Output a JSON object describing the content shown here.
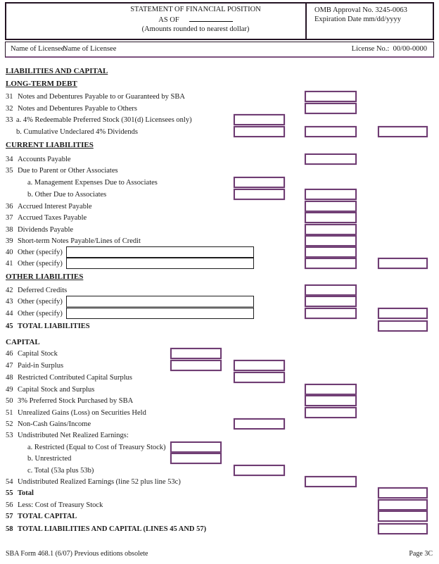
{
  "header": {
    "title": "STATEMENT OF FINANCIAL POSITION",
    "as_of_label": "AS OF",
    "subtitle": "(Amounts rounded to nearest dollar)",
    "omb_approval": "OMB Approval No. 3245-0063",
    "expiration": "Expiration Date  mm/dd/yyyy"
  },
  "licensee": {
    "name_label": "Name of Licensee:",
    "name_value": "Name of Licensee",
    "license_no_label": "License No.:",
    "license_no_value": "00/00-0000"
  },
  "sections": {
    "liabilities_and_capital": "LIABILITIES AND CAPITAL",
    "long_term_debt": "LONG-TERM DEBT",
    "current_liabilities": "CURRENT LIABILITIES",
    "other_liabilities": "OTHER LIABILITIES",
    "capital": "CAPITAL"
  },
  "rows": [
    {
      "num": "31",
      "label": "Notes and Debentures Payable to or Guaranteed by SBA"
    },
    {
      "num": "32",
      "label": "Notes and Debentures Payable to Others"
    },
    {
      "num": "33",
      "label": "a. 4% Redeemable Preferred Stock (301(d) Licensees only)"
    },
    {
      "num": "",
      "label": "b. Cumulative Undeclared 4% Dividends"
    },
    {
      "num": "34",
      "label": "Accounts Payable"
    },
    {
      "num": "35",
      "label": "Due to Parent or Other Associates"
    },
    {
      "num": "",
      "label": "a.  Management Expenses Due to Associates"
    },
    {
      "num": "",
      "label": "b. Other Due to Associates"
    },
    {
      "num": "36",
      "label": "Accrued Interest Payable"
    },
    {
      "num": "37",
      "label": "Accrued Taxes Payable"
    },
    {
      "num": "38",
      "label": "Dividends Payable"
    },
    {
      "num": "39",
      "label": "Short-term Notes Payable/Lines of Credit"
    },
    {
      "num": "40",
      "label": "Other (specify)"
    },
    {
      "num": "41",
      "label": "Other (specify)"
    },
    {
      "num": "42",
      "label": "Deferred Credits"
    },
    {
      "num": "43",
      "label": "Other (specify)"
    },
    {
      "num": "44",
      "label": "Other (specify)"
    },
    {
      "num": "45",
      "label": "TOTAL LIABILITIES"
    },
    {
      "num": "46",
      "label": "Capital Stock"
    },
    {
      "num": "47",
      "label": "Paid-in Surplus"
    },
    {
      "num": "48",
      "label": "Restricted Contributed Capital Surplus"
    },
    {
      "num": "49",
      "label": "Capital Stock and Surplus"
    },
    {
      "num": "50",
      "label": "3% Preferred Stock Purchased by SBA"
    },
    {
      "num": "51",
      "label": "Unrealized Gains (Loss) on Securities Held"
    },
    {
      "num": "52",
      "label": "Non-Cash Gains/Income"
    },
    {
      "num": "53",
      "label": "Undistributed Net Realized Earnings:"
    },
    {
      "num": "",
      "label": "a.  Restricted (Equal to Cost of Treasury Stock)"
    },
    {
      "num": "",
      "label": "b.  Unrestricted"
    },
    {
      "num": "",
      "label": "c.  Total (53a plus 53b)"
    },
    {
      "num": "54",
      "label": "Undistributed Realized Earnings (line 52 plus line 53c)"
    },
    {
      "num": "55",
      "label": "Total"
    },
    {
      "num": "56",
      "label": "Less:  Cost of Treasury Stock"
    },
    {
      "num": "57",
      "label": "TOTAL CAPITAL"
    },
    {
      "num": "58",
      "label": "TOTAL LIABILITIES AND  CAPITAL (LINES 45 AND 57)"
    }
  ],
  "footer": {
    "left": "SBA Form 468.1 (6/07) Previous editions obsolete",
    "right": "Page 3C"
  },
  "colors": {
    "amount_box_border": "#6f3d73",
    "long_box_border": "#1d1d1d",
    "long_box_divider": "#8f8f8f",
    "header_border": "#241424"
  }
}
